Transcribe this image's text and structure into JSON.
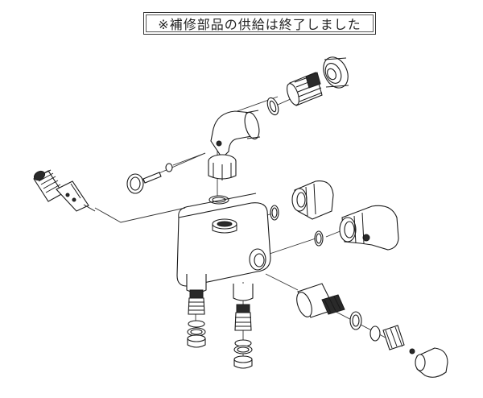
{
  "notice": {
    "text": "※補修部品の供給は終了しました"
  },
  "diagram": {
    "type": "exploded-parts-view",
    "parts": [
      "wall-flange",
      "wall-connector",
      "o-ring",
      "elbow-union",
      "thermometer",
      "spindle-cartridge",
      "valve-body",
      "leg-union",
      "side-elbow",
      "check-valve",
      "strainer-nut",
      "handle-knob"
    ]
  }
}
